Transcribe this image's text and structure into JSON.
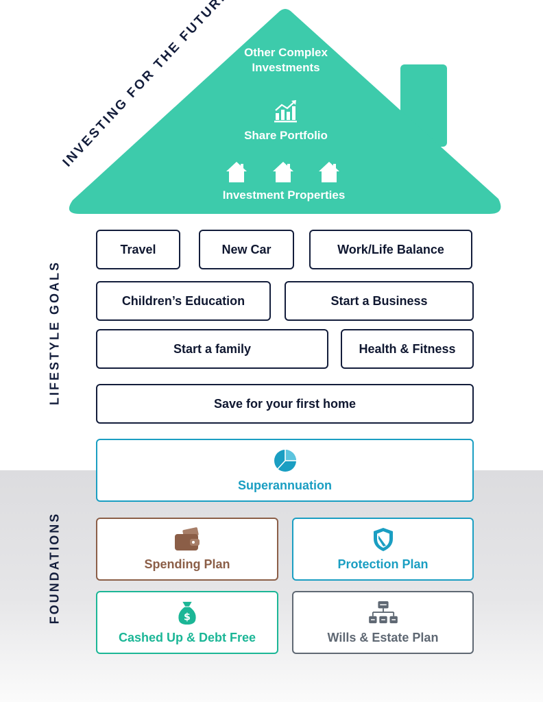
{
  "colors": {
    "teal": "#3dcbab",
    "navy": "#131d3b",
    "cyan": "#1a9ec2",
    "brown": "#8b5e47",
    "green": "#1bb696",
    "slate": "#5f6873"
  },
  "roof": {
    "title": "INVESTING FOR THE FUTURE",
    "other_complex": "Other Complex Investments",
    "share_portfolio": "Share Portfolio",
    "investment_properties": "Investment Properties"
  },
  "lifestyle": {
    "label": "LIFESTYLE GOALS",
    "goals": [
      "Travel",
      "New Car",
      "Work/Life Balance",
      "Children’s Education",
      "Start a Business",
      "Start a family",
      "Health & Fitness",
      "Save for your first home"
    ]
  },
  "foundations": {
    "label": "FOUNDATIONS",
    "superannuation": "Superannuation",
    "spending_plan": "Spending Plan",
    "protection_plan": "Protection Plan",
    "cashed_up": "Cashed Up & Debt Free",
    "wills": "Wills & Estate Plan"
  },
  "icons": [
    "chart-growth-icon",
    "house-icon",
    "pie-chart-icon",
    "wallet-icon",
    "shield-icon",
    "money-bag-icon",
    "org-chart-icon"
  ]
}
